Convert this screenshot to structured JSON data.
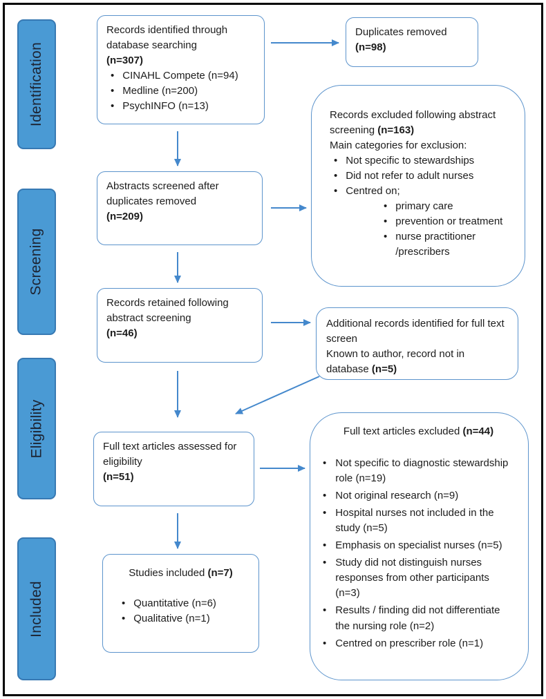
{
  "diagram_title": "PRISMA-style study selection flow diagram",
  "sidebar": {
    "identification": "Identification",
    "screening": "Screening",
    "eligibility": "Eligibility",
    "included": "Included"
  },
  "boxes": {
    "records_identified": {
      "line1": "Records identified through database searching",
      "n": "(n=307)",
      "bullets": [
        "CINAHL Compete (n=94)",
        "Medline (n=200)",
        "PsychINFO (n=13)"
      ]
    },
    "duplicates_removed": {
      "line1": "Duplicates removed",
      "n": "(n=98)"
    },
    "records_excluded": {
      "line1": "Records excluded following abstract screening",
      "n": "(n=163)",
      "line2": "Main categories for exclusion:",
      "bullets": [
        "Not specific to stewardships",
        "Did not refer to adult nurses",
        "Centred on;"
      ],
      "sub_bullets": [
        "primary care",
        "prevention or treatment",
        "nurse practitioner /prescribers"
      ]
    },
    "abstracts_screened": {
      "line1": "Abstracts screened after duplicates removed",
      "n": "(n=209)"
    },
    "records_retained": {
      "line1": "Records retained following abstract screening",
      "n": "(n=46)"
    },
    "additional_records": {
      "line1": "Additional records identified for full text screen",
      "line2": "Known to author, record not in database",
      "n": "(n=5)"
    },
    "full_text_assessed": {
      "line1": "Full text articles assessed for eligibility",
      "n": "(n=51)"
    },
    "full_text_excluded": {
      "title": "Full text articles excluded",
      "n": "(n=44)",
      "bullets": [
        "Not specific to diagnostic stewardship role (n=19)",
        "Not original research (n=9)",
        "Hospital nurses not included in the study (n=5)",
        "Emphasis on specialist nurses (n=5)",
        "Study did not distinguish nurses responses from other participants (n=3)",
        "Results / finding did not differentiate the nursing role (n=2)",
        "Centred on prescriber role (n=1)"
      ]
    },
    "studies_included": {
      "title": "Studies included",
      "n": "(n=7)",
      "bullets": [
        "Quantitative (n=6)",
        "Qualitative (n=1)"
      ]
    }
  },
  "bullet_glyph": "•",
  "colors": {
    "sidebar_fill": "#4a9ad4",
    "sidebar_border": "#3779b3",
    "box_border": "#5b93cc",
    "arrow": "#4488cc",
    "frame": "#000000"
  }
}
